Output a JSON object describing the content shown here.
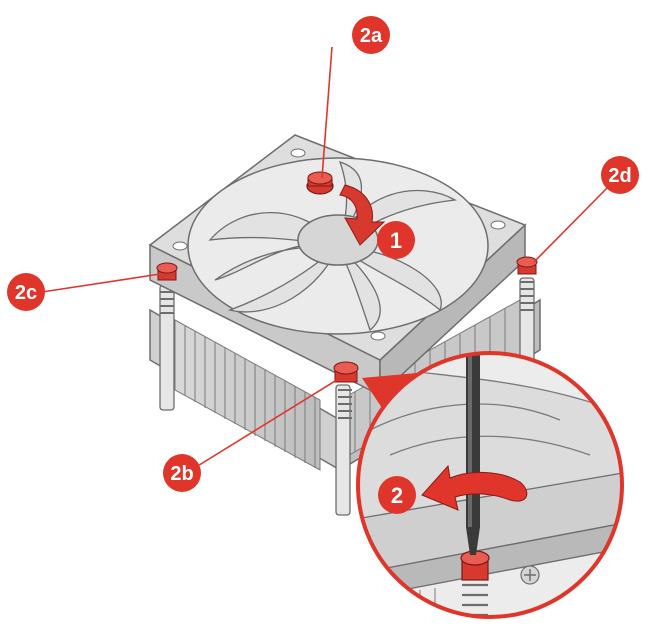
{
  "colors": {
    "callout_red": "#e0352b",
    "screw_red": "#d8392f",
    "metal_light": "#ececec",
    "metal_mid": "#cfcfcf",
    "metal_dark": "#9a9a9a",
    "outline": "#6d6d6d",
    "background": "#ffffff"
  },
  "callouts": {
    "screw_a": "2a",
    "screw_b": "2b",
    "screw_c": "2c",
    "screw_d": "2d",
    "step_press": "1",
    "step_turn": "2"
  },
  "icons": {
    "press_arrow": "arrow-down-icon",
    "turn_arrow": "curved-arrow-left-icon",
    "tool": "screwdriver-icon"
  }
}
